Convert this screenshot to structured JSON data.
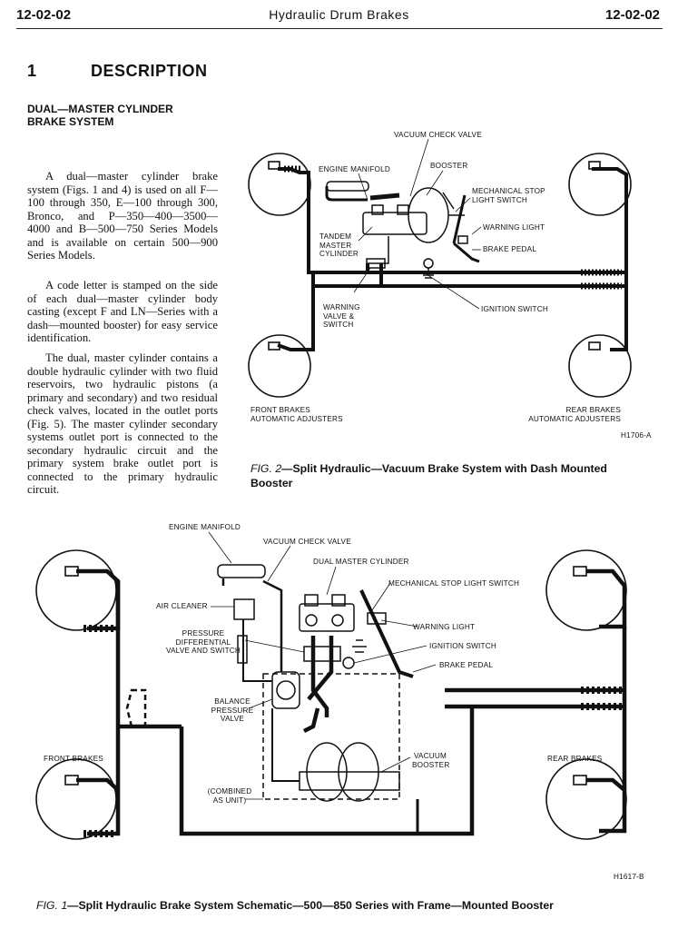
{
  "header": {
    "left": "12-02-02",
    "center": "Hydraulic Drum Brakes",
    "right": "12-02-02"
  },
  "section": {
    "number": "1",
    "title": "DESCRIPTION",
    "subtitle_line1": "DUAL—MASTER CYLINDER",
    "subtitle_line2": "BRAKE SYSTEM"
  },
  "paragraphs": [
    "A dual—master cylinder brake system (Figs. 1 and 4) is used on all F—100 through 350, E—100 through 300, Bronco, and P—350—400—3500—4000 and B—500—750 Series Models and is available on certain 500—900 Series Models.",
    "A code letter is stamped on the side of each dual—master cylinder body casting (except F and LN—Series with a dash—mounted booster) for easy service identification.",
    "The dual, master cylinder contains a double hydraulic cylinder with two fluid reservoirs, two hydraulic pistons (a primary and secondary) and two residual check valves, located in the outlet ports (Fig. 5). The master cylinder secondary systems outlet port is connected to the secondary hydraulic circuit and the primary system brake outlet port is connected to the primary hydraulic circuit."
  ],
  "fig2": {
    "labels": {
      "vacuum_check_valve": "VACUUM CHECK VALVE",
      "engine_manifold": "ENGINE MANIFOLD",
      "booster": "BOOSTER",
      "mech_stop_1": "MECHANICAL STOP",
      "mech_stop_2": "LIGHT SWITCH",
      "tandem_1": "TANDEM",
      "tandem_2": "MASTER",
      "tandem_3": "CYLINDER",
      "warning_light": "WARNING LIGHT",
      "brake_pedal": "BRAKE PEDAL",
      "warning_valve_1": "WARNING",
      "warning_valve_2": "VALVE &",
      "warning_valve_3": "SWITCH",
      "ignition_switch": "IGNITION SWITCH",
      "front_brakes_1": "FRONT BRAKES",
      "front_brakes_2": "AUTOMATIC ADJUSTERS",
      "rear_brakes_1": "REAR BRAKES",
      "rear_brakes_2": "AUTOMATIC ADJUSTERS",
      "code": "H1706-A"
    },
    "caption_prefix": "FIG. 2",
    "caption_line1": "—Split Hydraulic—Vacuum Brake System with Dash Mounted",
    "caption_line2": "Booster"
  },
  "fig1": {
    "labels": {
      "engine_manifold": "ENGINE MANIFOLD",
      "vacuum_check_valve": "VACUUM CHECK VALVE",
      "dual_master": "DUAL MASTER CYLINDER",
      "mech_stop": "MECHANICAL STOP LIGHT SWITCH",
      "air_cleaner": "AIR CLEANER",
      "pressure_1": "PRESSURE",
      "pressure_2": "DIFFERENTIAL",
      "pressure_3": "VALVE AND SWITCH",
      "warning_light": "WARNING LIGHT",
      "ignition_switch": "IGNITION SWITCH",
      "brake_pedal": "BRAKE PEDAL",
      "balance_1": "BALANCE",
      "balance_2": "PRESSURE",
      "balance_3": "VALVE",
      "front_brakes": "FRONT BRAKES",
      "rear_brakes": "REAR BRAKES",
      "vacuum_booster_1": "VACUUM",
      "vacuum_booster_2": "BOOSTER",
      "combined_1": "(COMBINED",
      "combined_2": "AS UNIT)",
      "code": "H1617-B"
    },
    "caption_prefix": "FIG. 1",
    "caption_text": "—Split Hydraulic Brake System Schematic—500—850 Series with Frame—Mounted Booster"
  }
}
